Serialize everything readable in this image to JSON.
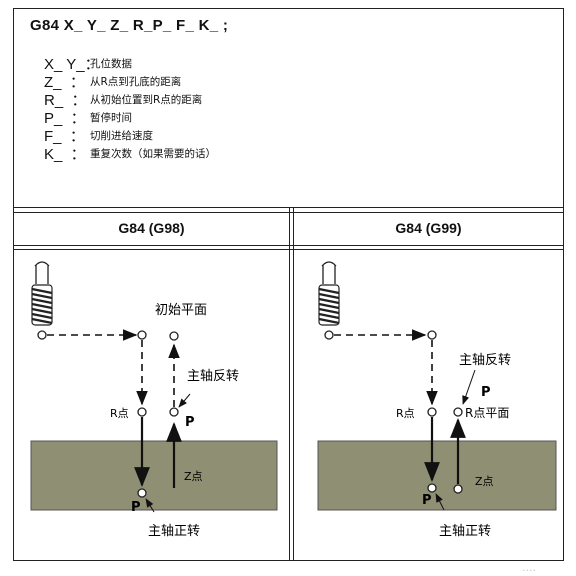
{
  "command": "G84 X_ Y_ Z_ R_P_ F_ K_ ;",
  "params": [
    {
      "code": "X_ Y_：",
      "desc": "孔位数据"
    },
    {
      "code": "Z_  ：",
      "desc": "从R点到孔底的距离"
    },
    {
      "code": "R_  ：",
      "desc": "从初始位置到R点的距离"
    },
    {
      "code": "P_  ：",
      "desc": "暂停时间"
    },
    {
      "code": "F_  ：",
      "desc": "切削进给速度"
    },
    {
      "code": "K_  ：",
      "desc": "重复次数（如果需要的话）"
    }
  ],
  "panels": [
    {
      "header": "G84 (G98)",
      "labels": {
        "initial_plane": "初始平面",
        "spindle_reverse": "主轴反转",
        "r_point": "R点",
        "p_upper": "P",
        "z_point": "Z点",
        "p_bottom": "P",
        "spindle_forward": "主轴正转"
      }
    },
    {
      "header": "G84 (G99)",
      "labels": {
        "spindle_reverse": "主轴反转",
        "p_upper": "P",
        "r_point": "R点",
        "r_plane": "R点平面",
        "z_point": "Z点",
        "p_bottom": "P",
        "spindle_forward": "主轴正转"
      }
    }
  ],
  "colors": {
    "workpiece": "#8f8f73",
    "line": "#111111"
  },
  "watermark": "...."
}
